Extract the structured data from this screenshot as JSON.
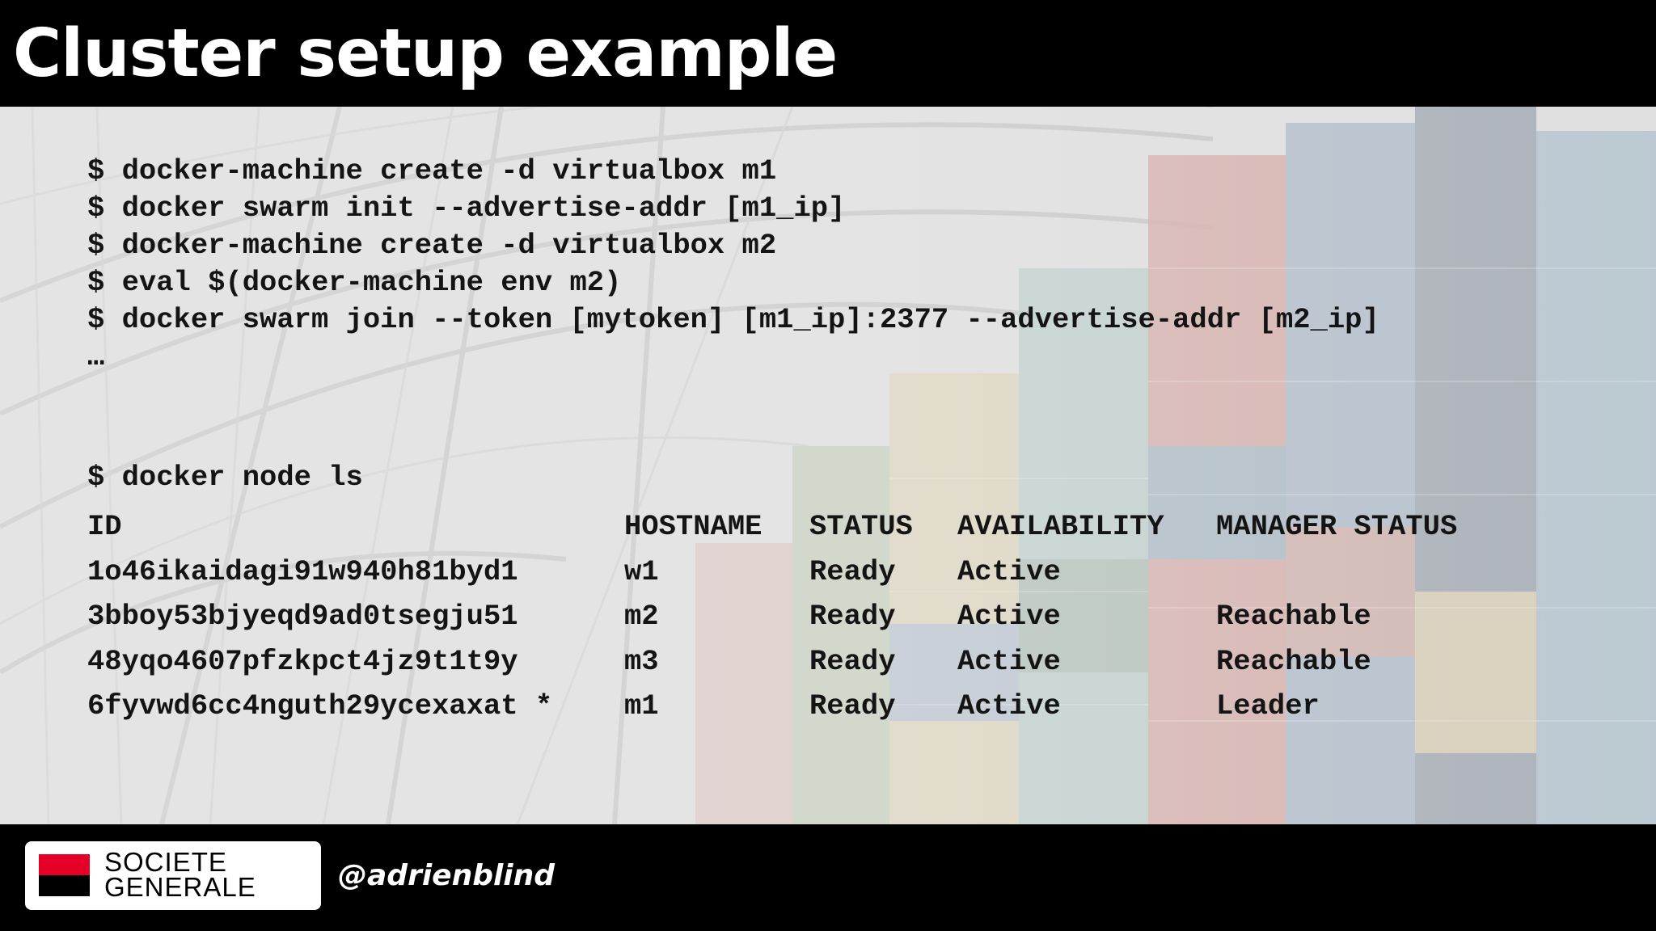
{
  "slide": {
    "title": "Cluster setup example"
  },
  "commands": [
    "$ docker-machine create -d virtualbox m1",
    "$ docker swarm init --advertise-addr [m1_ip]",
    "$ docker-machine create -d virtualbox m2",
    "$ eval $(docker-machine env m2)",
    "$ docker swarm join --token [mytoken] [m1_ip]:2377 --advertise-addr [m2_ip]",
    "…"
  ],
  "node_listing": {
    "command": "$ docker node ls",
    "columns": [
      "ID",
      "HOSTNAME",
      "STATUS",
      "AVAILABILITY",
      "MANAGER STATUS"
    ],
    "rows": [
      [
        "1o46ikaidagi91w940h81byd1",
        "w1",
        "Ready",
        "Active",
        ""
      ],
      [
        "3bboy53bjyeqd9ad0tsegju51",
        "m2",
        "Ready",
        "Active",
        "Reachable"
      ],
      [
        "48yqo4607pfzkpct4jz9t1t9y",
        "m3",
        "Ready",
        "Active",
        "Reachable"
      ],
      [
        "6fyvwd6cc4nguth29ycexaxat *",
        "m1",
        "Ready",
        "Active",
        "Leader"
      ]
    ]
  },
  "footer": {
    "logo_line1": "SOCIETE",
    "logo_line2": "GENERALE",
    "handle": "@adrienblind"
  },
  "colors": {
    "bars": "#000000",
    "logo_red": "#e60028",
    "code_text": "#141414"
  }
}
